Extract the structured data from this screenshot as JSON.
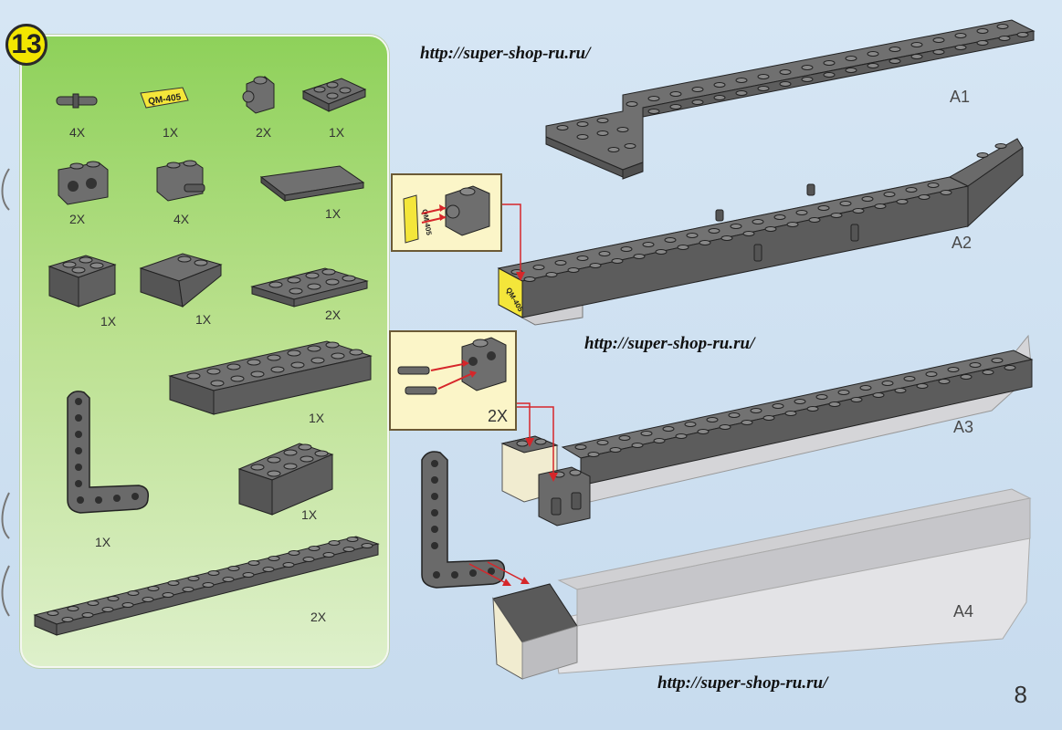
{
  "header": {
    "step_number": "13",
    "watermark_urls": [
      "http://super-shop-ru.ru/",
      "http://super-shop-ru.ru/",
      "http://super-shop-ru.ru/"
    ],
    "page_number": "8"
  },
  "parts_panel": {
    "items": [
      {
        "icon": "pin-icon",
        "qty": "4X"
      },
      {
        "icon": "sticker-tile-icon",
        "qty": "1X",
        "sticker_text": "QM-405"
      },
      {
        "icon": "brick-1x1-side-stud-icon",
        "qty": "2X"
      },
      {
        "icon": "plate-2x3-icon",
        "qty": "1X"
      },
      {
        "icon": "technic-brick-1x2-icon",
        "qty": "2X"
      },
      {
        "icon": "brick-pin-icon",
        "qty": "4X"
      },
      {
        "icon": "tile-flat-icon",
        "qty": "1X"
      },
      {
        "icon": "brick-2x2-icon",
        "qty": "1X"
      },
      {
        "icon": "slope-brick-icon",
        "qty": "1X"
      },
      {
        "icon": "plate-2x4-icon",
        "qty": "2X"
      },
      {
        "icon": "brick-2x8-icon",
        "qty": "1X"
      },
      {
        "icon": "technic-l-beam-icon",
        "qty": "1X"
      },
      {
        "icon": "brick-2x4-icon",
        "qty": "1X"
      },
      {
        "icon": "plate-long-icon",
        "qty": "2X"
      }
    ]
  },
  "assembly": {
    "labels": [
      "A1",
      "A2",
      "A3",
      "A4"
    ],
    "callouts": [
      {
        "name": "sticker-callout",
        "sticker_text": "QM-405"
      },
      {
        "name": "pins-callout",
        "qty": "2X"
      }
    ]
  },
  "colors": {
    "panel_green": "#8ed15a",
    "brick_gray": "#6e6e6e",
    "arrow_red": "#d6262a",
    "badge_yellow": "#f3e600"
  }
}
